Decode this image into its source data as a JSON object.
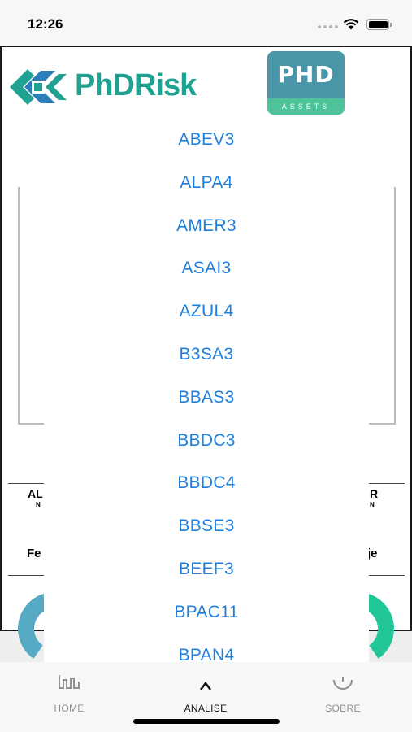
{
  "status_bar": {
    "time": "12:26",
    "icons": [
      "cellular-signal-icon",
      "wifi-icon",
      "battery-icon"
    ]
  },
  "header": {
    "left_logo_text": "PhDRisk",
    "right_logo_main": "PHD",
    "right_logo_sub": "ASSETS"
  },
  "background": {
    "left_top_label": "AL",
    "left_top_sub": "N",
    "right_top_label": "R",
    "right_top_sub": "N",
    "left_mid_label": "Fe",
    "right_mid_label": "je"
  },
  "picker": {
    "items": [
      "ABEV3",
      "ALPA4",
      "AMER3",
      "ASAI3",
      "AZUL4",
      "B3SA3",
      "BBAS3",
      "BBDC3",
      "BBDC4",
      "BBSE3",
      "BEEF3",
      "BPAC11",
      "BPAN4"
    ]
  },
  "tab_bar": {
    "tabs": [
      {
        "label": "HOME",
        "icon": "chart-icon"
      },
      {
        "label": "ANALISE",
        "icon": "analysis-icon"
      },
      {
        "label": "SOBRE",
        "icon": "info-icon"
      }
    ],
    "active_tab": "ANALISE"
  },
  "colors": {
    "accent_blue": "#1f7fdc",
    "brand_teal": "#1fa291",
    "assets_blue": "#4996a9",
    "assets_green": "#4cc39a"
  }
}
